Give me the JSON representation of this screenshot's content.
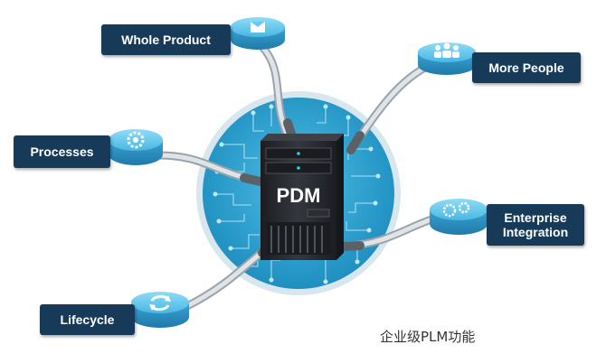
{
  "hub": {
    "label": "PDM"
  },
  "nodes": {
    "whole_product": {
      "label": "Whole Product"
    },
    "more_people": {
      "label": "More People"
    },
    "processes": {
      "label": "Processes"
    },
    "enterprise_integration": {
      "label": "Enterprise\nIntegration"
    },
    "lifecycle": {
      "label": "Lifecycle"
    }
  },
  "caption": "企业级PLM功能",
  "colors": {
    "label_bg": "#163a58",
    "hub_circle": "#2aa6d6",
    "puck_top": "#5fc3ea",
    "puck_side": "#2a8fc1",
    "server": "#25282d",
    "cable": "#c9cfd4"
  },
  "icons": {
    "whole_product": "box-icon",
    "more_people": "people-icon",
    "processes": "gear-icon",
    "enterprise_integration": "gears-icon",
    "lifecycle": "cycle-arrows-icon"
  }
}
